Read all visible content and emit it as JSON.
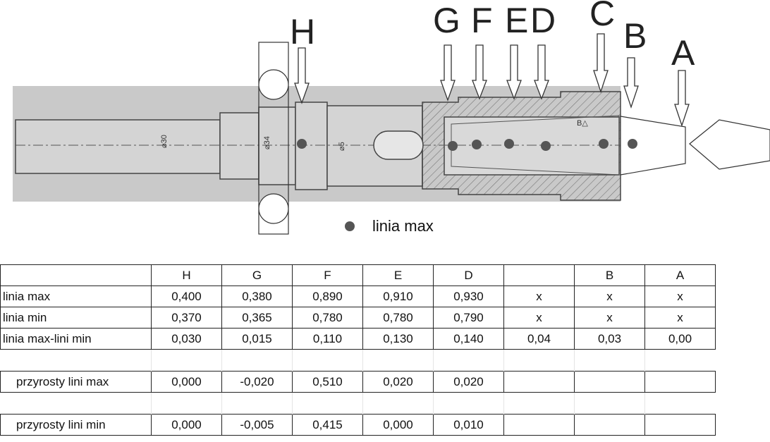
{
  "diagram": {
    "letters": [
      "H",
      "G",
      "F",
      "E",
      "D",
      "C",
      "B",
      "A"
    ],
    "legend_label": "linia max",
    "point_color": "#555555"
  },
  "table": {
    "columns": [
      "",
      "H",
      "G",
      "F",
      "E",
      "D",
      "",
      "B",
      "A"
    ],
    "rows": [
      {
        "label": "linia max",
        "values": [
          "0,400",
          "0,380",
          "0,890",
          "0,910",
          "0,930",
          "x",
          "x",
          "x"
        ]
      },
      {
        "label": "linia min",
        "values": [
          "0,370",
          "0,365",
          "0,780",
          "0,780",
          "0,790",
          "x",
          "x",
          "x"
        ]
      },
      {
        "label": "linia max-lini min",
        "values": [
          "0,030",
          "0,015",
          "0,110",
          "0,130",
          "0,140",
          "0,04",
          "0,03",
          "0,00"
        ]
      },
      {
        "label": "przyrosty lini max",
        "values": [
          "0,000",
          "-0,020",
          "0,510",
          "0,020",
          "0,020",
          "",
          "",
          ""
        ]
      },
      {
        "label": "przyrosty lini min",
        "values": [
          "0,000",
          "-0,005",
          "0,415",
          "0,000",
          "0,010",
          "",
          "",
          ""
        ]
      }
    ]
  }
}
